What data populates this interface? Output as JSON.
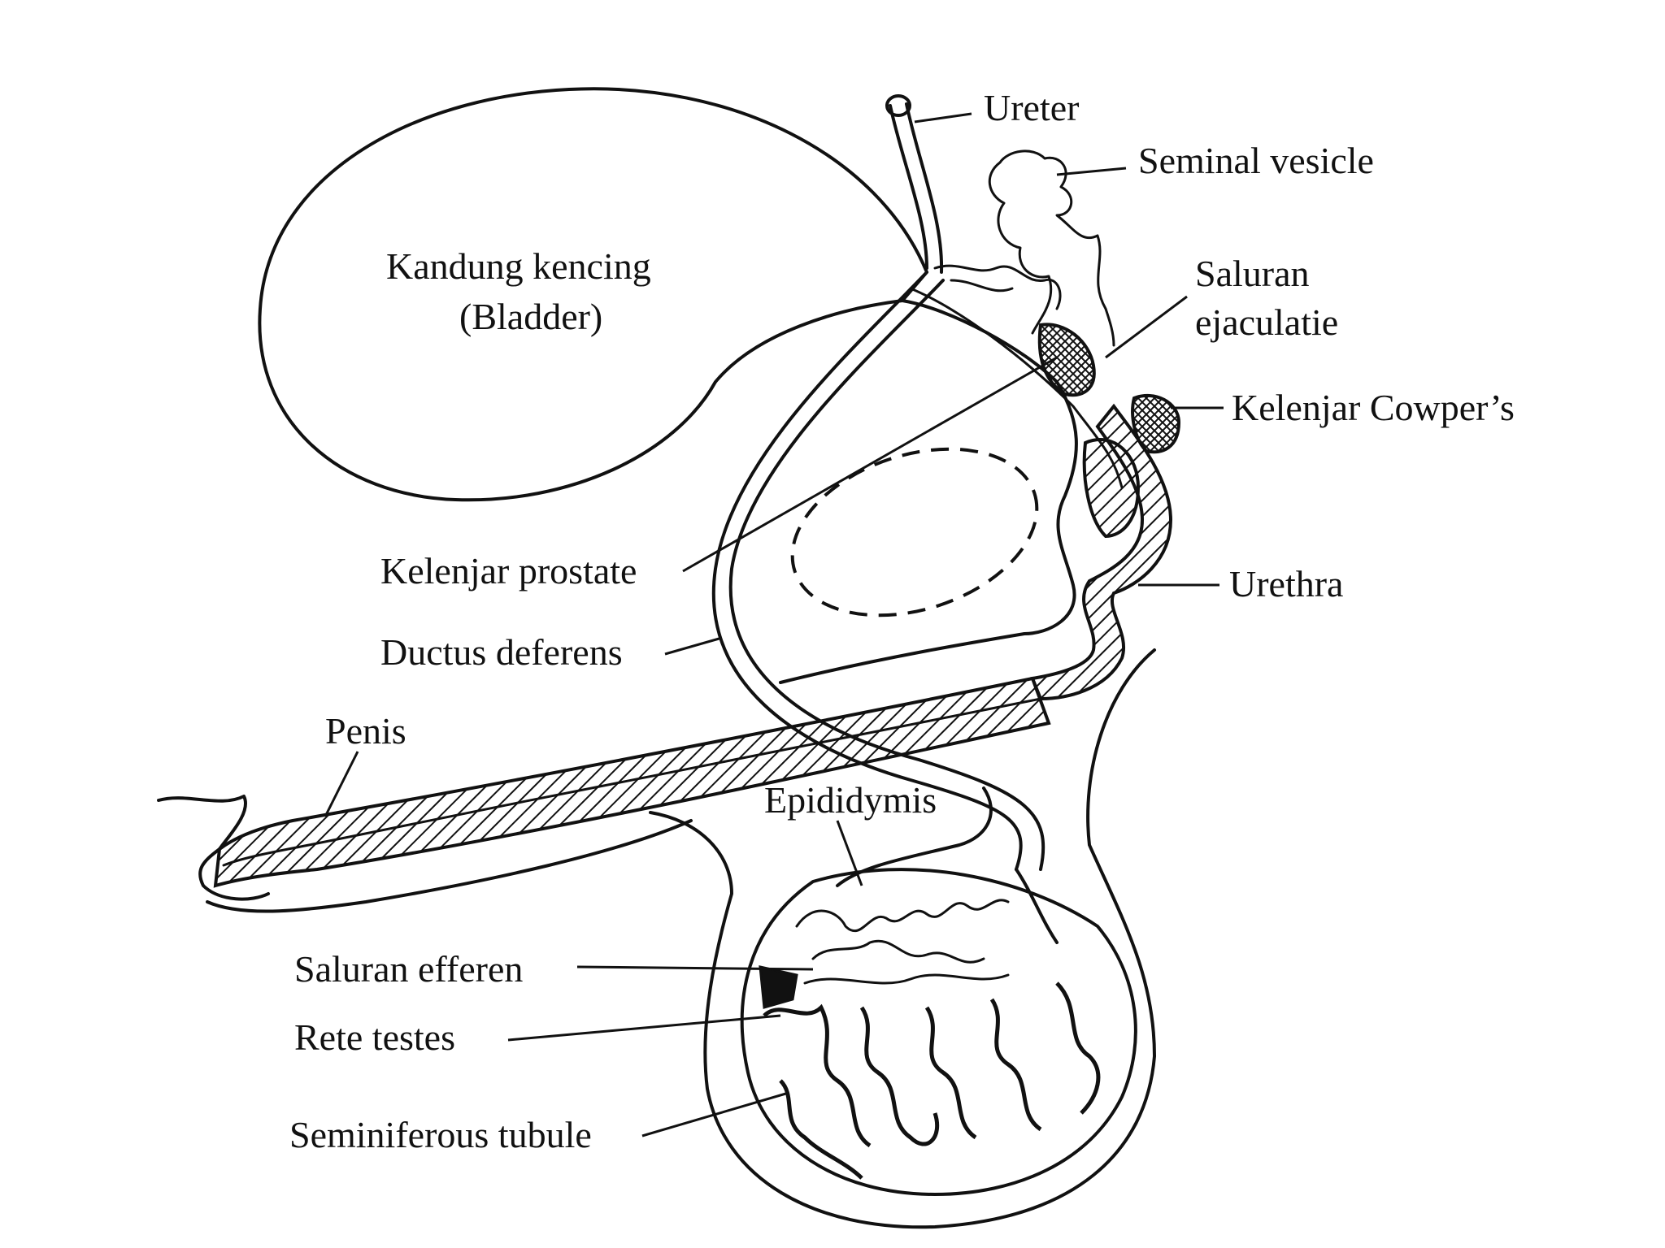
{
  "labels": {
    "ureter": "Ureter",
    "seminal_vesicle": "Seminal  vesicle",
    "bladder_line1": "Kandung  kencing",
    "bladder_line2": "(Bladder)",
    "ejaculatory_line1": "Saluran",
    "ejaculatory_line2": "ejaculatie",
    "cowpers": "Kelenjar  Cowper’s",
    "prostate": "Kelenjar  prostate",
    "urethra": "Urethra",
    "ductus": "Ductus  deferens",
    "penis": "Penis",
    "epididymis": "Epididymis",
    "efferent": "Saluran  efferen",
    "rete": "Rete  testes",
    "seminiferous": "Seminiferous  tubule"
  },
  "colors": {
    "ink": "#111111",
    "background": "#ffffff"
  }
}
